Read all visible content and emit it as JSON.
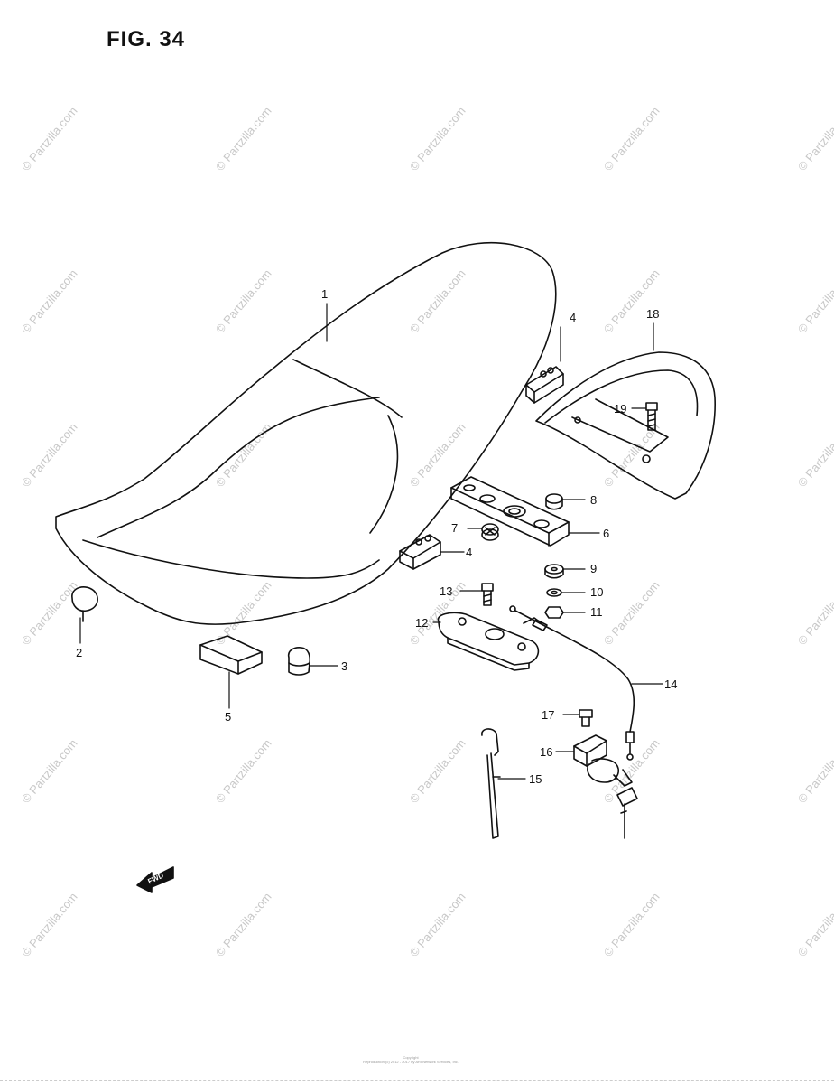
{
  "figure": {
    "title": "FIG. 34"
  },
  "watermark": {
    "text": "© Partzilla.com"
  },
  "fwd_arrow": {
    "label": "FWD"
  },
  "parts": [
    {
      "no": "1"
    },
    {
      "no": "2"
    },
    {
      "no": "3"
    },
    {
      "no": "4"
    },
    {
      "no": "4"
    },
    {
      "no": "5"
    },
    {
      "no": "6"
    },
    {
      "no": "7"
    },
    {
      "no": "8"
    },
    {
      "no": "9"
    },
    {
      "no": "10"
    },
    {
      "no": "11"
    },
    {
      "no": "12"
    },
    {
      "no": "13"
    },
    {
      "no": "14"
    },
    {
      "no": "15"
    },
    {
      "no": "16"
    },
    {
      "no": "17"
    },
    {
      "no": "18"
    },
    {
      "no": "19"
    }
  ],
  "footer": {
    "line1": "Copyright",
    "line2": "Reproduction (c) 2012 - 2017 by ARI Network Services, Inc."
  }
}
